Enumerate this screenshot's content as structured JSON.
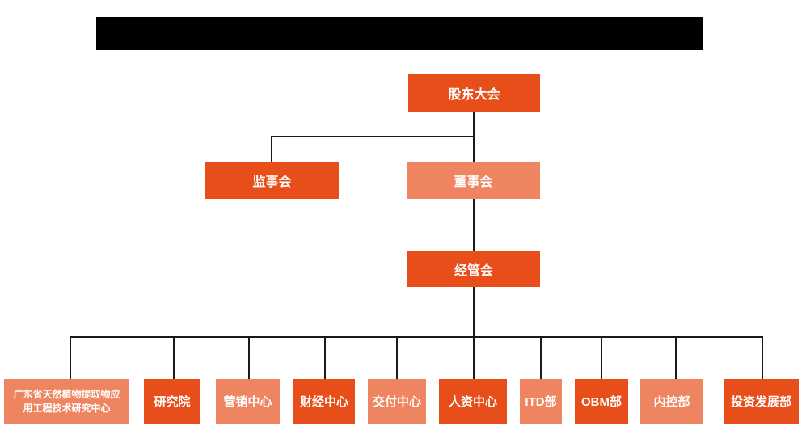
{
  "title_bar": {
    "text": ""
  },
  "colors": {
    "primary": "#E84E1A",
    "secondary": "#EF8560",
    "line": "#1a1a1a",
    "text": "#ffffff",
    "title_bar_bg": "#000000",
    "page_bg": "#ffffff"
  },
  "org_chart": {
    "type": "org-tree",
    "root": "股东大会",
    "hierarchy": [
      {
        "parent": "股东大会",
        "children": [
          "监事会",
          "董事会"
        ]
      },
      {
        "parent": "董事会",
        "children": [
          "经管会"
        ]
      },
      {
        "parent": "经管会",
        "children": [
          "广东省天然植物提取物应用工程技术研究中心",
          "研究院",
          "营销中心",
          "财经中心",
          "交付中心",
          "人资中心",
          "ITD部",
          "OBM部",
          "内控部",
          "投资发展部"
        ]
      }
    ],
    "nodes": {
      "shareholders": {
        "label": "股东大会",
        "variant": "primary"
      },
      "supervisors": {
        "label": "监事会",
        "variant": "primary"
      },
      "directors": {
        "label": "董事会",
        "variant": "secondary"
      },
      "management": {
        "label": "经管会",
        "variant": "primary"
      }
    },
    "departments": [
      {
        "label": "广东省天然植物提取物应\n用工程技术研究中心",
        "variant": "secondary"
      },
      {
        "label": "研究院",
        "variant": "primary"
      },
      {
        "label": "营销中心",
        "variant": "secondary"
      },
      {
        "label": "财经中心",
        "variant": "primary"
      },
      {
        "label": "交付中心",
        "variant": "secondary"
      },
      {
        "label": "人资中心",
        "variant": "primary"
      },
      {
        "label": "ITD部",
        "variant": "secondary"
      },
      {
        "label": "OBM部",
        "variant": "primary"
      },
      {
        "label": "内控部",
        "variant": "secondary"
      },
      {
        "label": "投资发展部",
        "variant": "primary"
      }
    ]
  }
}
